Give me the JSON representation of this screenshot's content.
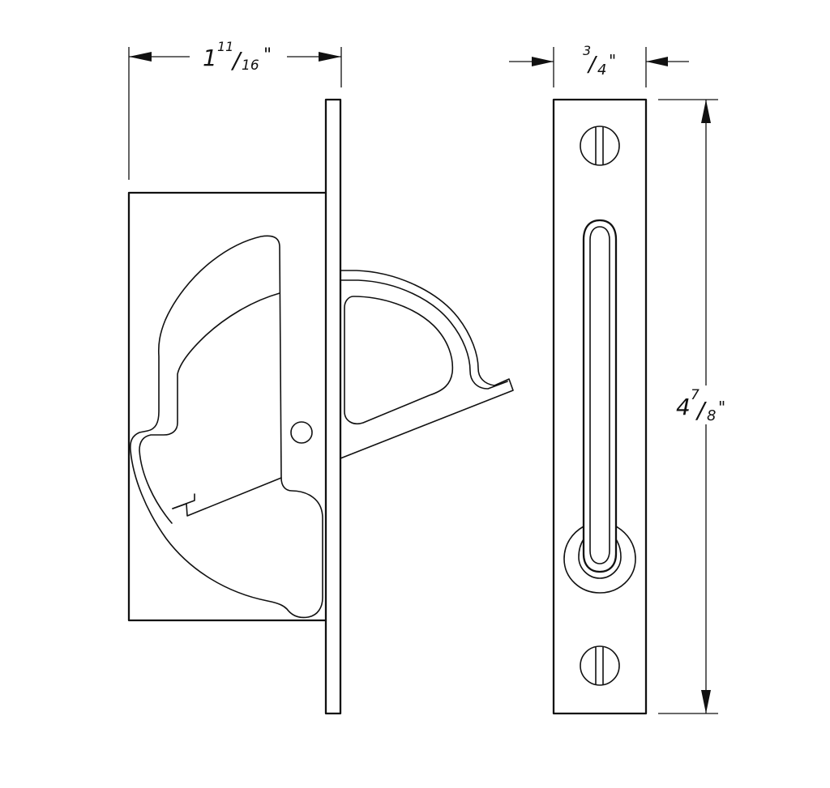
{
  "dimensions": {
    "width": {
      "whole": "1",
      "numerator": "11",
      "denominator": "16",
      "unit": "\""
    },
    "depth": {
      "numerator": "3",
      "denominator": "4",
      "unit": "\""
    },
    "height": {
      "whole": "4",
      "numerator": "7",
      "denominator": "8",
      "unit": "\""
    }
  },
  "colors": {
    "line": "#111111",
    "background": "#ffffff"
  },
  "views": [
    "side-view",
    "front-view"
  ]
}
